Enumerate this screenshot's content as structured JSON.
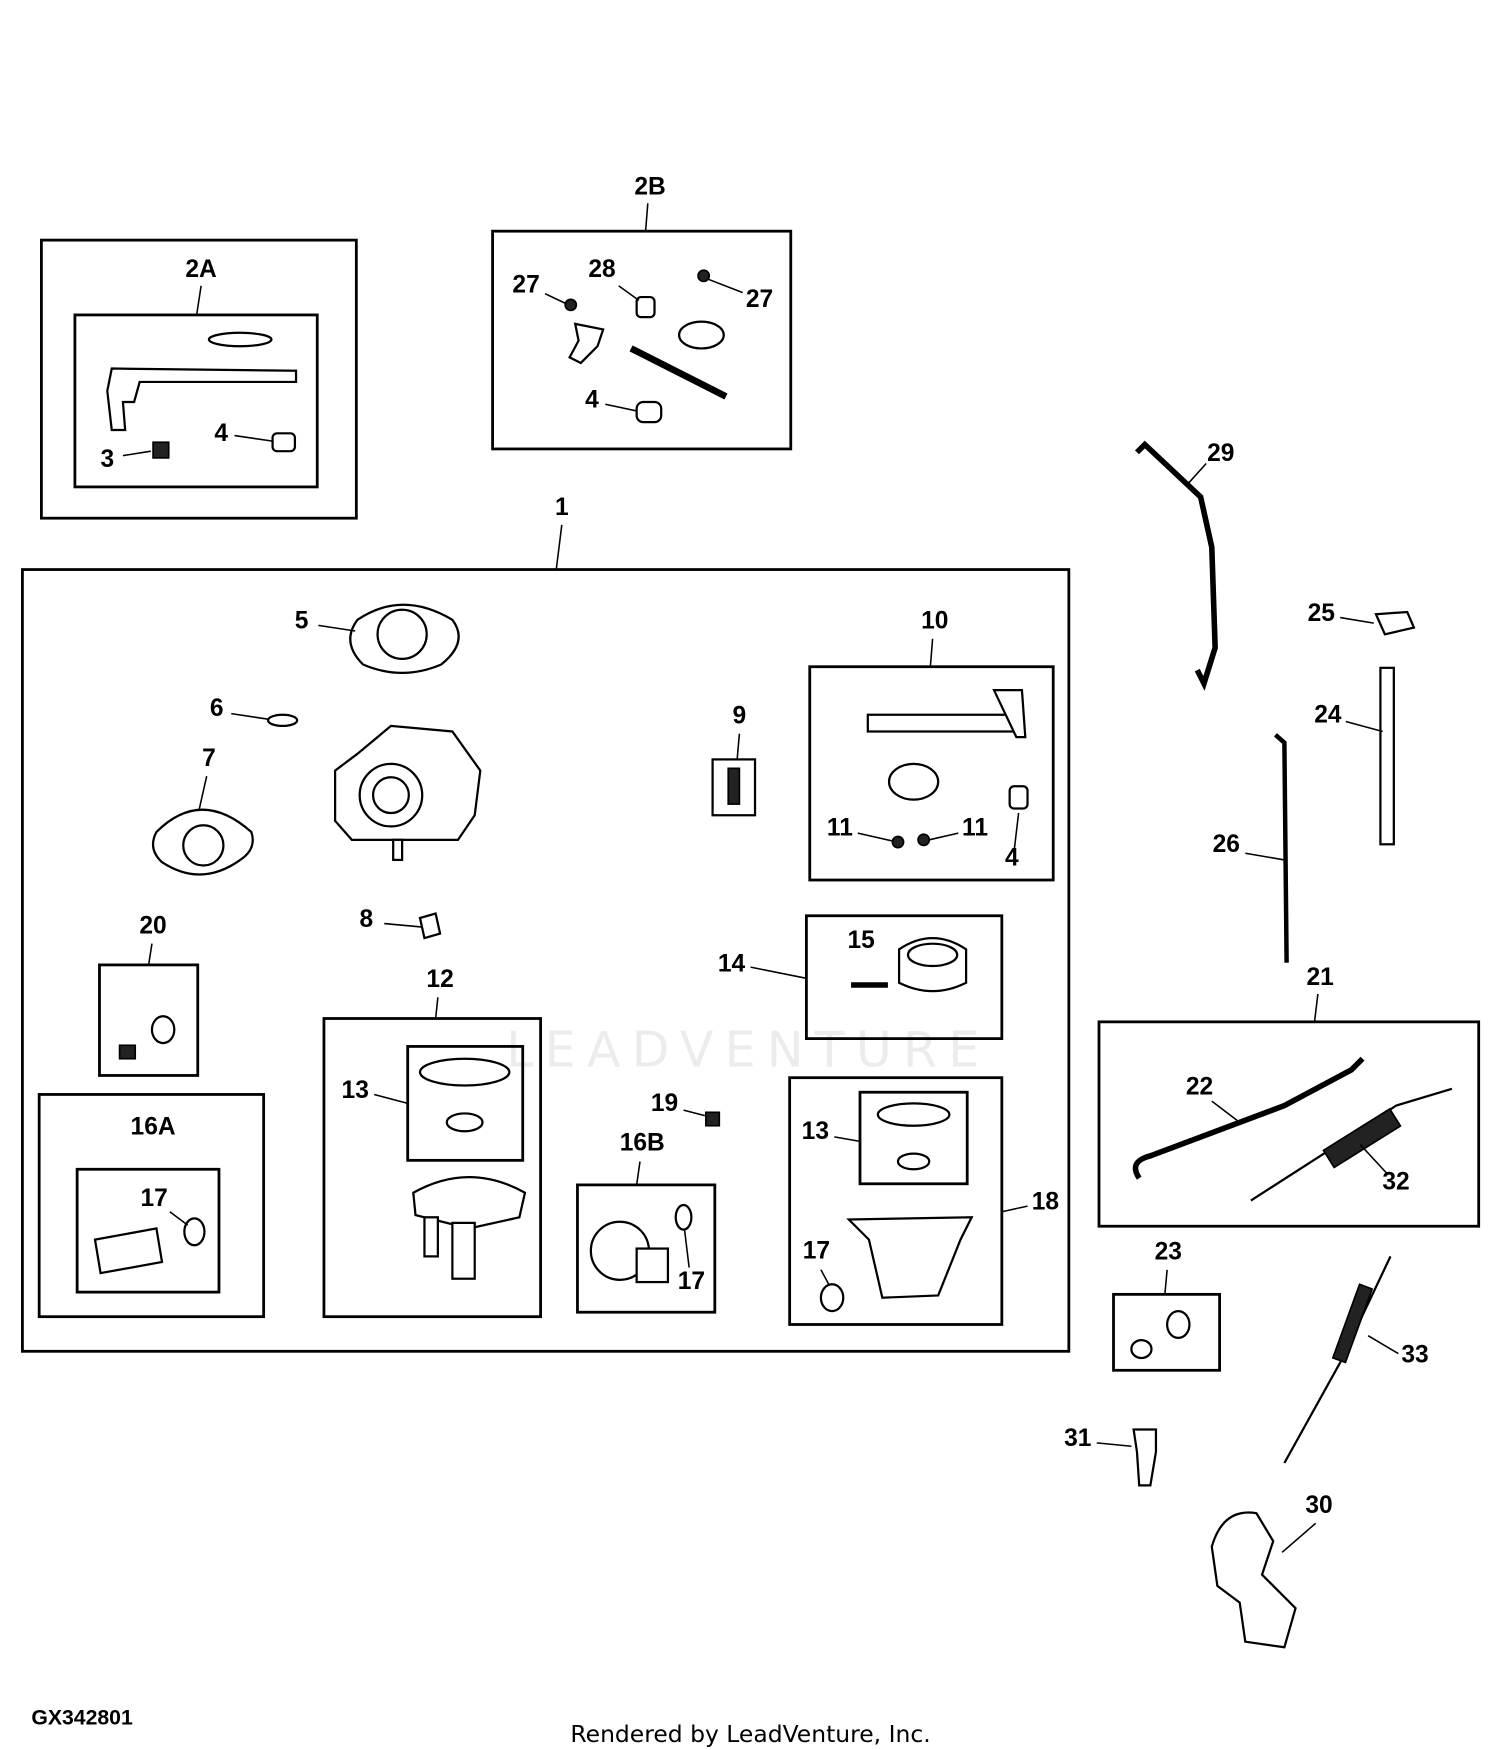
{
  "diagram": {
    "figure_id": "GX342801",
    "credit": "Rendered by LeadVenture, Inc.",
    "watermark": "LEADVENTURE",
    "callouts": [
      "2A",
      "3",
      "4",
      "2B",
      "27",
      "28",
      "27",
      "4",
      "1",
      "5",
      "6",
      "7",
      "9",
      "10",
      "11",
      "11",
      "4",
      "8",
      "20",
      "12",
      "13",
      "15",
      "14",
      "16A",
      "17",
      "19",
      "16B",
      "17",
      "13",
      "18",
      "17",
      "29",
      "25",
      "24",
      "26",
      "21",
      "22",
      "32",
      "23",
      "33",
      "31",
      "30"
    ]
  }
}
